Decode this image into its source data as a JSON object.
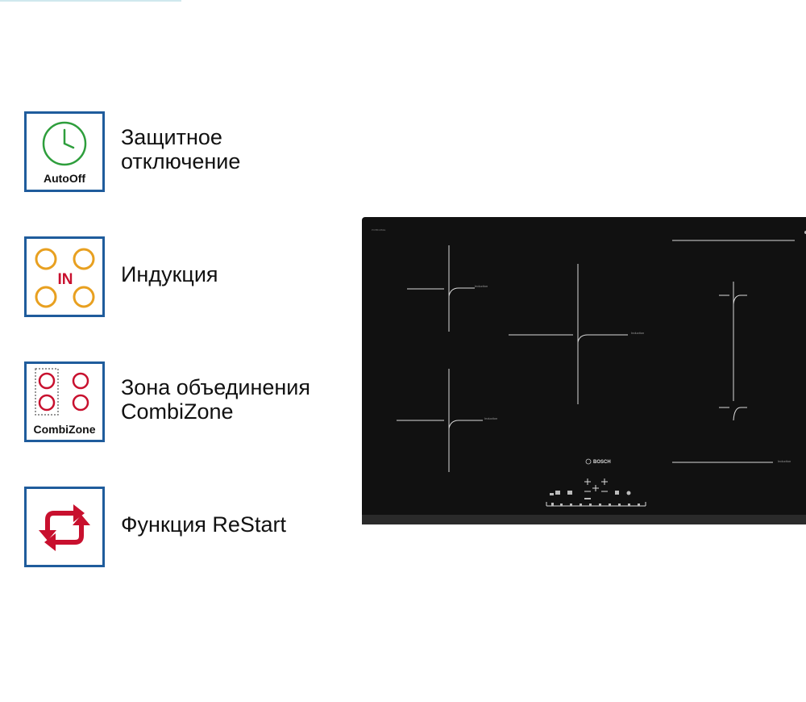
{
  "features": [
    {
      "icon": "auto-off-clock-icon",
      "badge_text": "AutoOff",
      "label": "Защитное\nотключение",
      "accent": "#2e9e3c"
    },
    {
      "icon": "induction-icon",
      "badge_text": "IN",
      "label": "Индукция",
      "accent": "#e8a020"
    },
    {
      "icon": "combizone-icon",
      "badge_text": "CombiZone",
      "label": "Зона объединения\nCombiZone",
      "accent": "#c8102e"
    },
    {
      "icon": "restart-arrows-icon",
      "badge_text": "",
      "label": "Функция ReStart",
      "accent": "#c8102e"
    }
  ],
  "colors": {
    "badge_border": "#1f5c9c",
    "hob_surface": "#111111",
    "hob_lines": "#d9d9d9"
  },
  "hob": {
    "brand": "BOSCH",
    "zone_label": "Induction",
    "model_code": "PIV851FB1E"
  }
}
